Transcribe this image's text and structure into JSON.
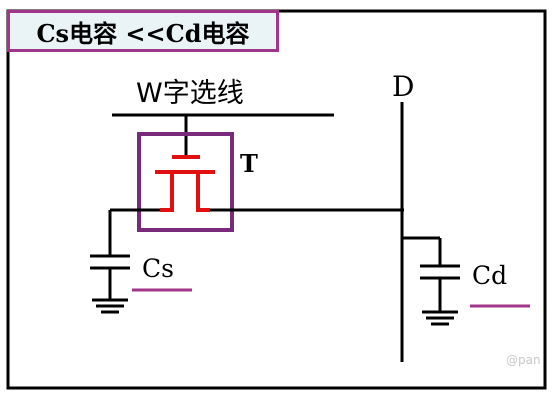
{
  "title": "Cs电容 <<Cd电容",
  "labels": {
    "word_line": "W字选线",
    "drain": "D",
    "transistor": "T",
    "cs": "Cs",
    "cd": "Cd"
  },
  "watermark": "@pan",
  "colors": {
    "title_border": "#a0358a",
    "title_bg": "#eaf3f6",
    "transistor_box": "#7a2a7a",
    "transistor": "#e01010",
    "underline": "#a0358a",
    "wire": "#000000"
  },
  "icons": [
    "ground-symbol",
    "capacitor-symbol",
    "mos-transistor-symbol"
  ]
}
